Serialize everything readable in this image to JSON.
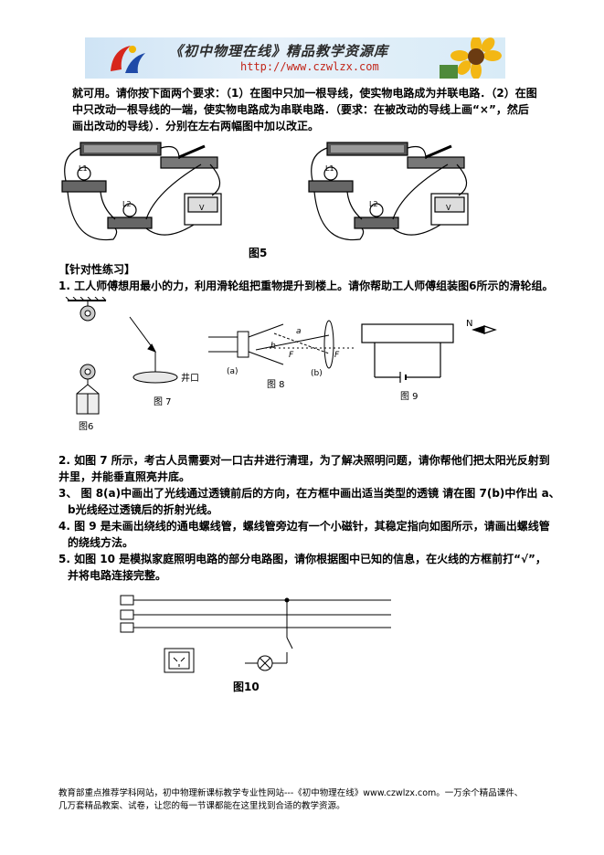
{
  "banner": {
    "title": "《初中物理在线》精品教学资源库",
    "url": "http://www.czwlzx.com"
  },
  "intro_lines": [
    "就可用。请你按下面两个要求：（1）在图中只加一根导线，使实物电路成为并联电路．（2）在图",
    "中只改动一根导线的一端，使实物电路成为串联电路．（要求：在被改动的导线上画“×”，然后",
    "画出改动的导线）．分别在左右两幅图中加以改正。"
  ],
  "fig5": {
    "caption": "图5",
    "labels": {
      "l1": "L1",
      "l2": "L2",
      "meter": "V"
    }
  },
  "section_title": "【针对性练习】",
  "q1": "1. 工人师傅想用最小的力，利用滑轮组把重物提升到楼上。请你帮助工人师傅组装图6所示的滑轮组。",
  "fig6": {
    "caption": "图6"
  },
  "fig7": {
    "caption": "图 7",
    "well_label": "井口"
  },
  "fig8": {
    "caption": "图 8",
    "label_a": "(a)",
    "label_b": "(b)",
    "ray_a": "a",
    "ray_b": "b",
    "focus_left": "F",
    "focus_right": "F"
  },
  "fig9": {
    "caption": "图 9",
    "north": "N"
  },
  "q2_lines": [
    "2. 如图 7 所示，考古人员需要对一口古井进行清理，为了解决照明问题，请你帮他们把太阳光反射到",
    "井里，并能垂直照亮井底。"
  ],
  "q3_lines": [
    "3、 图 8(a)中画出了光线通过透镜前后的方向，在方框中画出适当类型的透镜 请在图 7(b)中作出 a、",
    "b光线经过透镜后的折射光线。"
  ],
  "q4_lines": [
    "4.  图 9 是未画出绕线的通电螺线管，螺线管旁边有一个小磁针，其稳定指向如图所示，请画出螺线管",
    "的绕线方法。"
  ],
  "q5_lines": [
    "5.  如图 10 是模拟家庭照明电路的部分电路图，请你根据图中已知的信息，在火线的方框前打“√”，",
    "并将电路连接完整。"
  ],
  "fig10": {
    "caption": "图10"
  },
  "footer_lines": [
    "教育部重点推荐学科网站，初中物理新课标教学专业性网站---《初中物理在线》www.czwlzx.com。一万余个精品课件、",
    "几万套精品教案、试卷，让您的每一节课都能在这里找到合适的教学资源。"
  ]
}
